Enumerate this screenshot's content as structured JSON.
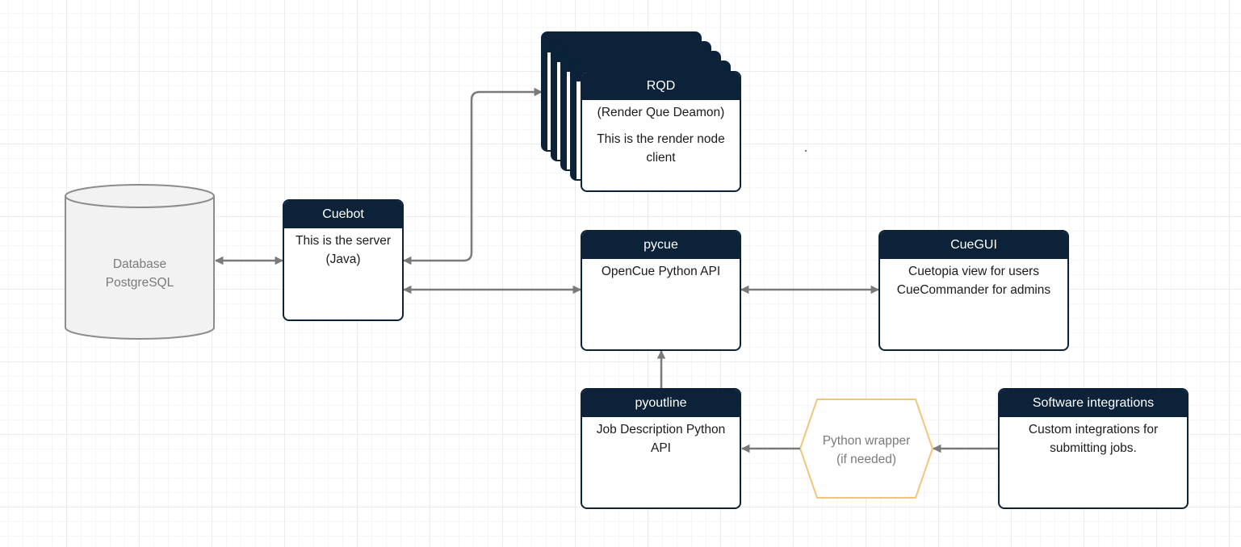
{
  "diagram": {
    "database": {
      "lines": [
        "Database",
        "PostgreSQL"
      ]
    },
    "cuebot": {
      "title": "Cuebot",
      "lines": [
        "This is the server",
        "(Java)"
      ]
    },
    "rqd": {
      "title": "RQD",
      "subtitle": "(Render Que Deamon)",
      "lines": [
        "This is the render node",
        "client"
      ]
    },
    "pycue": {
      "title": "pycue",
      "lines": [
        "OpenCue Python API"
      ]
    },
    "cuegui": {
      "title": "CueGUI",
      "lines": [
        "Cuetopia view for users",
        "CueCommander for admins"
      ]
    },
    "pyoutline": {
      "title": "pyoutline",
      "lines": [
        "Job Description Python",
        "API"
      ]
    },
    "wrapper": {
      "lines": [
        "Python wrapper",
        "(if needed)"
      ]
    },
    "software": {
      "title": "Software integrations",
      "lines": [
        "Custom integrations for",
        "submitting jobs."
      ]
    }
  },
  "colors": {
    "header": "#0b2239",
    "connector": "#7a7a7a",
    "database_outline": "#8c8c8c",
    "wrapper_outline": "#f2c57c"
  }
}
